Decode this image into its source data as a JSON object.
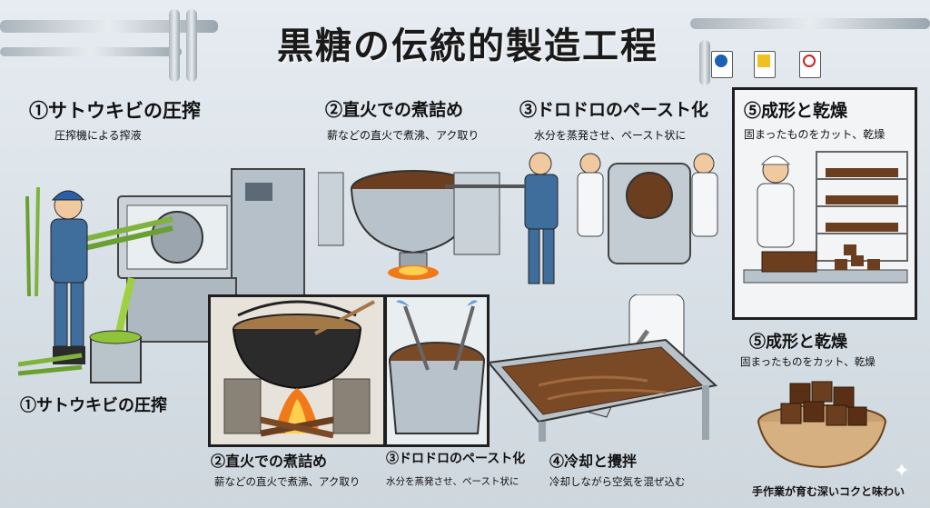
{
  "title": "黒糖の伝統的製造工程",
  "panels": {
    "p1": {
      "label": "①サトウキビの圧搾",
      "sub": "圧搾機による搾液"
    },
    "p2": {
      "label": "②直火での煮詰め",
      "sub": "薪などの直火で煮沸、アク取り"
    },
    "p3": {
      "label": "③ドロドロのペースト化",
      "sub": "水分を蒸発させ、ペースト状に"
    },
    "p5": {
      "label": "⑤成形と乾燥",
      "sub": "固まったものをカット、乾燥"
    }
  },
  "captions": {
    "c1": {
      "label": "①サトウキビの圧搾"
    },
    "c2": {
      "label": "②直火での煮詰め",
      "sub": "薪などの直火で煮沸、アク取り"
    },
    "c3": {
      "label": "③ドロドロのペースト化",
      "sub": "水分を蒸発させ、ペースト状に"
    },
    "c4": {
      "label": "④冷却と攪拌",
      "sub": "冷却しながら空気を混ぜ込む"
    },
    "c5": {
      "label": "⑤成形と乾燥",
      "sub": "固まったものをカット、乾燥"
    }
  },
  "footer": "手作業が育む深いコクと味わい",
  "sparkle": "✦",
  "colors": {
    "worker_blue": "#3f6e9c",
    "brown_sugar": "#6b3e1f",
    "juice_green": "#8fc43a",
    "fire": "#f07a1a",
    "steel": "#b8c2ca"
  }
}
